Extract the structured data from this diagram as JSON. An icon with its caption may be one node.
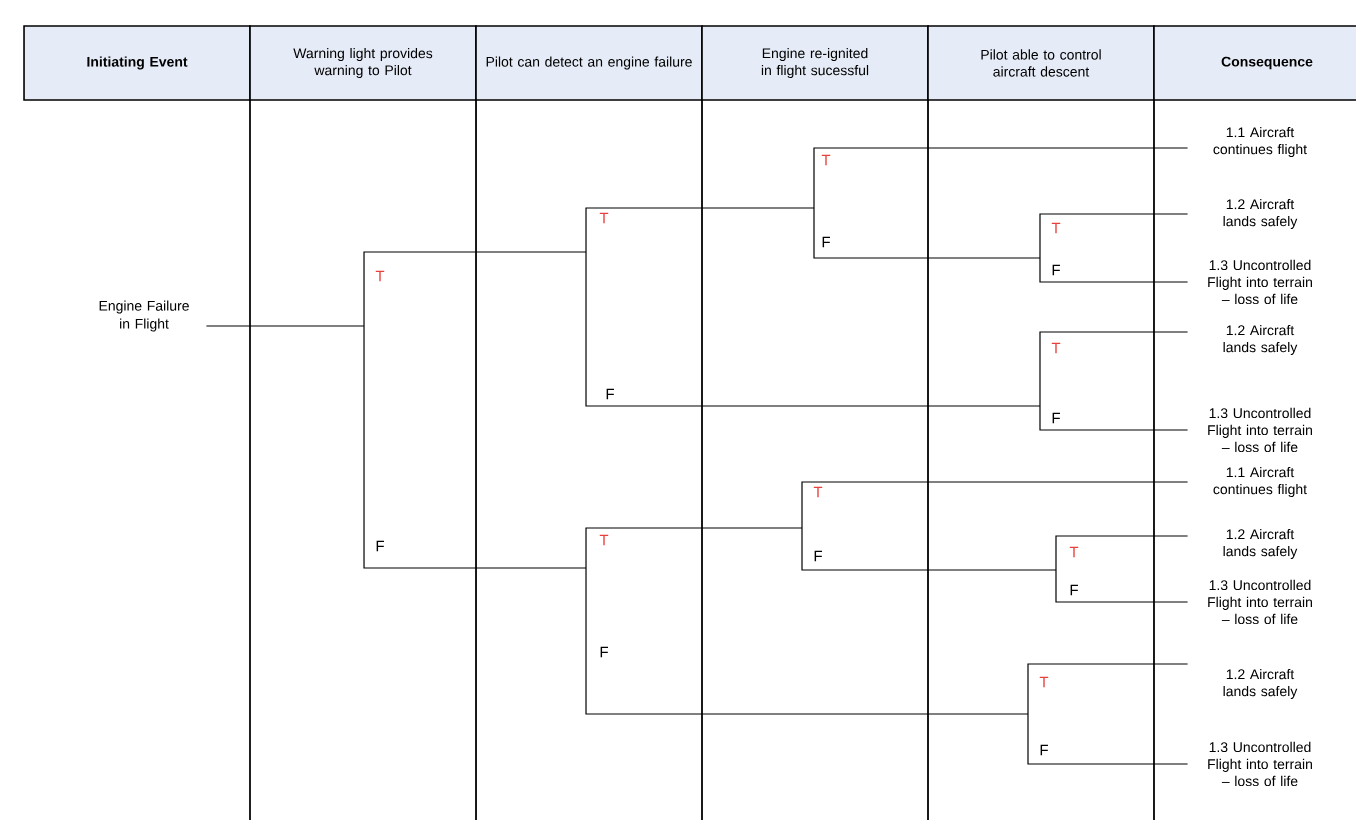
{
  "diagram": {
    "nodes": [
      {
        "text": [
          "Initiating Event"
        ]
      },
      {
        "text": [
          "Warning light provides warning to Pilot"
        ]
      },
      {
        "text": [
          "Pilot can detect an engine failure"
        ]
      },
      {
        "text": [
          "Engine re-ignited in flight sucessful"
        ]
      },
      {
        "text": [
          "Pilot able to control aircraft descent"
        ]
      },
      {
        "text": [
          "Consequence"
        ]
      },
      {
        "text": [
          "Engine Failure in Flight"
        ]
      },
      {
        "text": [
          "1.1 Aircraft continues flight"
        ]
      },
      {
        "text": [
          "1.2 Aircraft lands safely"
        ]
      },
      {
        "text": [
          "1.3 Uncontrolled Flight into terrain – loss of life"
        ]
      },
      {
        "text": [
          "1.2 Aircraft lands safely"
        ]
      },
      {
        "text": [
          "1.3 Uncontrolled Flight into terrain – loss of life"
        ]
      },
      {
        "text": [
          "1.1 Aircraft continues flight"
        ]
      },
      {
        "text": [
          "1.2 Aircraft lands safely"
        ]
      },
      {
        "text": [
          "1.3 Uncontrolled Flight into terrain – loss of life"
        ]
      },
      {
        "text": [
          "1.2 Aircraft lands safely"
        ]
      },
      {
        "text": [
          "1.3 Uncontrolled Flight into terrain – loss of life"
        ]
      }
    ],
    "edges": [
      {
        "from": 6,
        "to": 7,
        "arrow": "none"
      },
      {
        "from": 6,
        "to": 8,
        "arrow": "none"
      },
      {
        "from": 6,
        "to": 9,
        "arrow": "none"
      },
      {
        "from": 6,
        "to": 10,
        "arrow": "none"
      },
      {
        "from": 6,
        "to": 11,
        "arrow": "none"
      },
      {
        "from": 6,
        "to": 12,
        "arrow": "none"
      },
      {
        "from": 6,
        "to": 13,
        "arrow": "none"
      },
      {
        "from": 6,
        "to": 14,
        "arrow": "none"
      },
      {
        "from": 6,
        "to": 15,
        "arrow": "none"
      },
      {
        "from": 6,
        "to": 16,
        "arrow": "none"
      }
    ],
    "labels": [
      "T",
      "T",
      "F",
      "T",
      "T",
      "F",
      "T",
      "F",
      "F",
      "T",
      "T",
      "T",
      "F",
      "F",
      "F",
      "F",
      "T",
      "F"
    ]
  }
}
